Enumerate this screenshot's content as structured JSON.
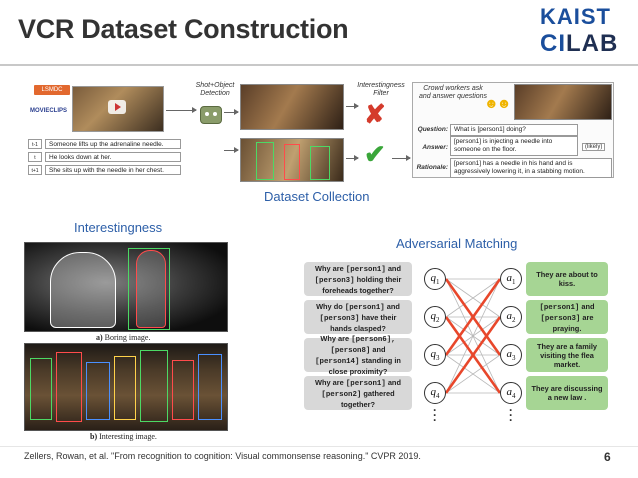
{
  "slide": {
    "title": "VCR Dataset Construction",
    "page_number": "6",
    "citation": "Zellers, Rowan, et al. \"From recognition to cognition: Visual commonsense reasoning.\" CVPR 2019."
  },
  "logo": {
    "line1": "KAIST",
    "line2_a": "CI",
    "line2_b": "LAB"
  },
  "collection": {
    "badge": "LSMDC",
    "movieclips": "MOVIECLIPS",
    "script_rows": [
      {
        "index": "t-1",
        "text": "Someone lifts up the adrenaline needle."
      },
      {
        "index": "t",
        "text": "He looks down at her."
      },
      {
        "index": "t+1",
        "text": "She sits up with the needle in her chest."
      }
    ],
    "shot_label": "Shot+Object Detection",
    "filter_label": "Interestingness Filter",
    "crowd_label": "Crowd workers ask and answer questions",
    "emoji": "☻☻",
    "question_key": "Question:",
    "question_val": "What is [person1] doing?",
    "answer_key": "Answer:",
    "answer_val": "[person1] is injecting a needle into someone on the floor.",
    "likely": "(likely)",
    "rationale_key": "Rationale:",
    "rationale_val": "[person1] has a needle in his hand and is aggressively lowering it, in a stabbing motion.",
    "caption": "Dataset Collection"
  },
  "interestingness": {
    "heading": "Interestingness",
    "boring_caption_prefix": "a)",
    "boring_caption": "Boring image.",
    "interesting_caption_prefix": "b)",
    "interesting_caption": "Interesting image."
  },
  "adversarial": {
    "heading": "Adversarial Matching",
    "questions": [
      {
        "pre": "Why are ",
        "p1": "[person1]",
        "mid": " and ",
        "p2": "[person3]",
        "post": " holding their foreheads together?"
      },
      {
        "pre": "Why do ",
        "p1": "[person1]",
        "mid": " and ",
        "p2": "[person3]",
        "post": " have their hands clasped?"
      },
      {
        "pre": "Why are ",
        "p1": "[person6],",
        "mid": " ",
        "p2": "[person8]",
        "mid2": " and ",
        "p3": "[person14]",
        "post": " standing in close proximity?"
      },
      {
        "pre": "Why are ",
        "p1": "[person1]",
        "mid": " and ",
        "p2": "[person2]",
        "post": " gathered together?"
      }
    ],
    "answers": [
      {
        "text": "They are about to kiss."
      },
      {
        "p1": "[person1]",
        "mid": " and ",
        "p2": "[person3]",
        "post": " are praying."
      },
      {
        "text": "They are a family visiting the flea market."
      },
      {
        "text": "They are discussing a new law ."
      }
    ],
    "q_nodes": [
      "q",
      "q",
      "q",
      "q"
    ],
    "a_nodes": [
      "a",
      "a",
      "a",
      "a"
    ],
    "node_subs": [
      "1",
      "2",
      "3",
      "4"
    ],
    "edge_colors": {
      "match": "#e8472b",
      "other": "#b8b8b8"
    }
  }
}
